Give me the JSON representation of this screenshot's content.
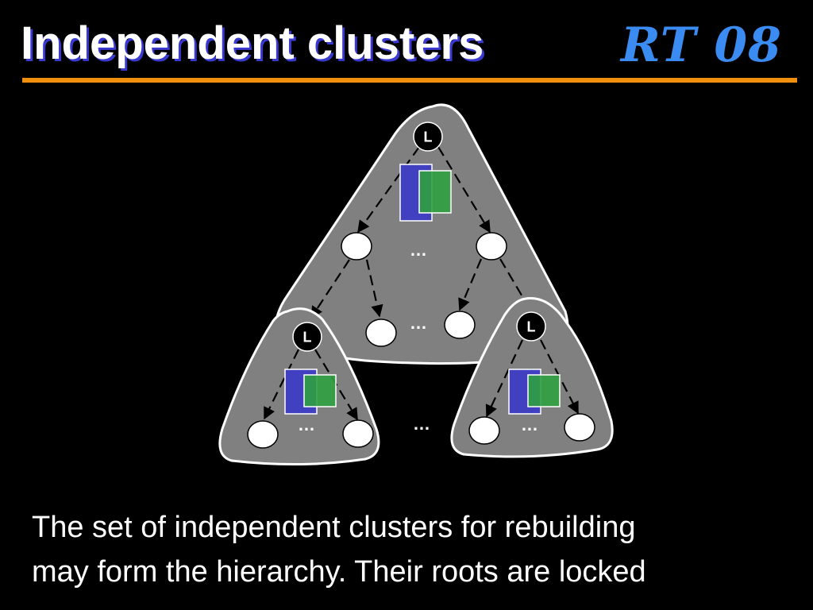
{
  "slide": {
    "title": "Independent clusters",
    "logo_text": "RT 08",
    "caption_line1": "The set of independent clusters for rebuilding",
    "caption_line2": "may form the hierarchy. Their roots are locked"
  },
  "diagram": {
    "lock_label": "L",
    "ellipsis": "…",
    "colors": {
      "background": "#000000",
      "cluster_fill": "#808080",
      "cluster_stroke": "#ffffff",
      "node_fill": "#ffffff",
      "locked_node_fill": "#000000",
      "blue_box": "#4040c0",
      "green_box": "#30a040",
      "accent_rule": "#f0900e",
      "logo": "#3b8cf2"
    }
  }
}
